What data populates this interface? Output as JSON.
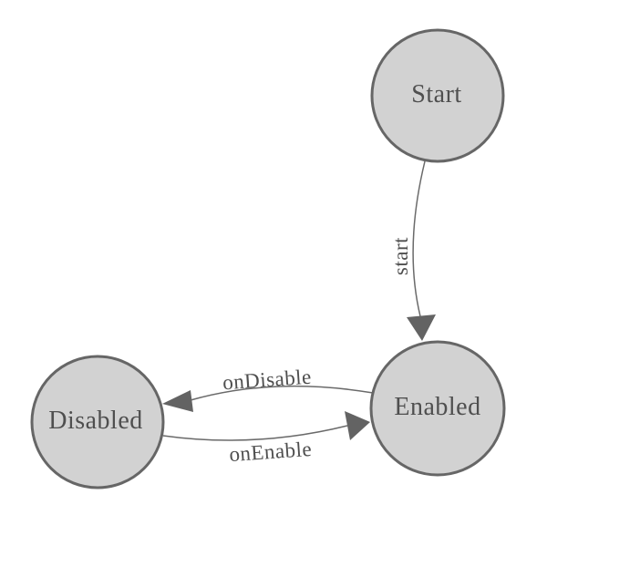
{
  "diagram": {
    "type": "state-machine",
    "nodes": [
      {
        "id": "start",
        "label": "Start"
      },
      {
        "id": "enabled",
        "label": "Enabled"
      },
      {
        "id": "disabled",
        "label": "Disabled"
      }
    ],
    "edges": [
      {
        "id": "start-to-enabled",
        "label": "start",
        "from": "Start",
        "to": "Enabled"
      },
      {
        "id": "enabled-to-disabled",
        "label": "onDisable",
        "from": "Enabled",
        "to": "Disabled"
      },
      {
        "id": "disabled-to-enabled",
        "label": "onEnable",
        "from": "Disabled",
        "to": "Enabled"
      }
    ]
  },
  "colors": {
    "background": "#ffffff",
    "node_fill": "#d2d2d2",
    "node_stroke": "#666666",
    "edge_line": "#6a6a6a",
    "arrow_fill": "#636363",
    "text": "#4f4f4f"
  }
}
